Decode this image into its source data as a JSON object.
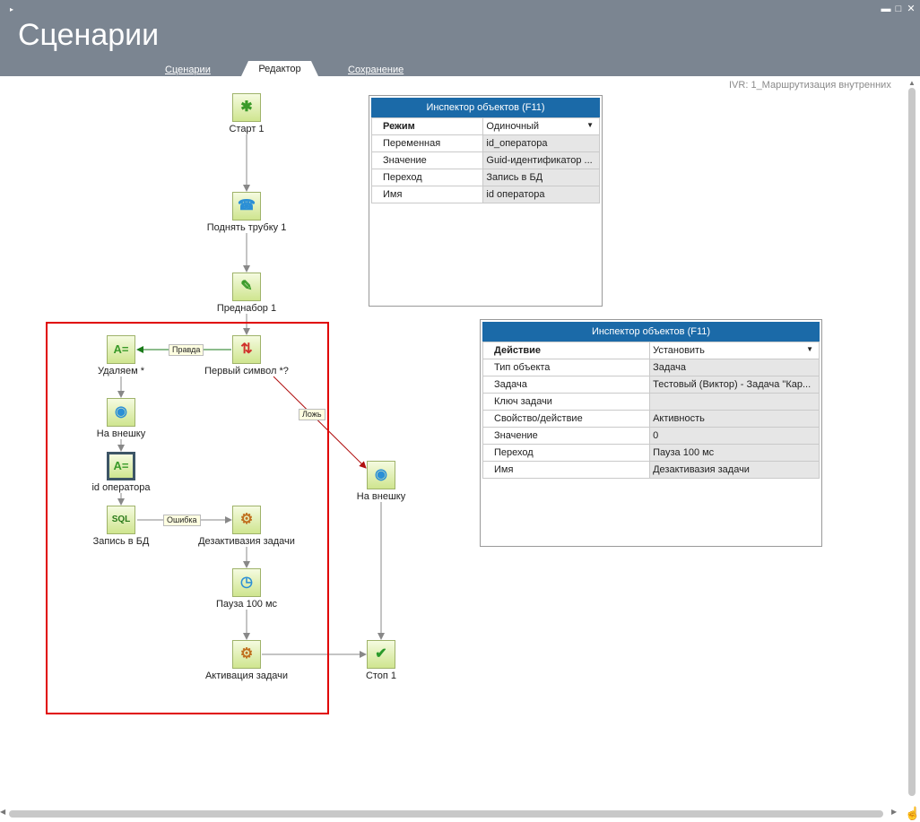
{
  "header": {
    "title": "Сценарии",
    "tabs": [
      {
        "label": "Сценарии",
        "active": false
      },
      {
        "label": "Редактор",
        "active": true
      },
      {
        "label": "Сохранение",
        "active": false
      }
    ],
    "window_controls": {
      "minimize": "▬",
      "maximize": "□",
      "close": "✕"
    },
    "corner_icon": "▸"
  },
  "ivr_label": "IVR: 1_Маршрутизация внутренних",
  "flow": {
    "nodes": [
      {
        "id": "start",
        "label": "Старт 1",
        "icon": "person-icon",
        "glyph": "✱",
        "color": "#3a9a2a"
      },
      {
        "id": "pickup",
        "label": "Поднять трубку 1",
        "icon": "phone-icon",
        "glyph": "☎",
        "color": "#2b8fd6"
      },
      {
        "id": "predial",
        "label": "Преднабор 1",
        "icon": "dial-icon",
        "glyph": "✎",
        "color": "#3a9a2a"
      },
      {
        "id": "first",
        "label": "Первый символ *?",
        "icon": "condition-icon",
        "glyph": "⇅",
        "color": "#d0302a"
      },
      {
        "id": "delete",
        "label": "Удаляем *",
        "icon": "assign-icon",
        "glyph": "A=",
        "color": "#3a9a2a"
      },
      {
        "id": "out1",
        "label": "На внешку",
        "icon": "globe-icon",
        "glyph": "◉",
        "color": "#2b8fd6"
      },
      {
        "id": "idop",
        "label": "id оператора",
        "icon": "assign-icon",
        "glyph": "A=",
        "color": "#3a9a2a"
      },
      {
        "id": "sql",
        "label": "Запись в БД",
        "icon": "sql-icon",
        "glyph": "SQL",
        "color": "#2a7a1a"
      },
      {
        "id": "deact",
        "label": "Дезактивазия задачи",
        "icon": "task-icon",
        "glyph": "⚙",
        "color": "#c07020"
      },
      {
        "id": "pause",
        "label": "Пауза 100 мс",
        "icon": "clock-icon",
        "glyph": "◷",
        "color": "#2b8fd6"
      },
      {
        "id": "act",
        "label": "Активация задачи",
        "icon": "task-icon",
        "glyph": "⚙",
        "color": "#c07020"
      },
      {
        "id": "out2",
        "label": "На внешку",
        "icon": "globe-icon",
        "glyph": "◉",
        "color": "#2b8fd6"
      },
      {
        "id": "stop",
        "label": "Стоп 1",
        "icon": "check-icon",
        "glyph": "✔",
        "color": "#2a9a2a"
      }
    ],
    "edge_labels": {
      "true": "Правда",
      "false": "Ложь",
      "error": "Ошибка"
    }
  },
  "inspector1": {
    "title": "Инспектор объектов (F11)",
    "rows": [
      {
        "key": "Режим",
        "value": "Одиночный",
        "bold": true,
        "dropdown": true
      },
      {
        "key": "Переменная",
        "value": "id_оператора"
      },
      {
        "key": "Значение",
        "value": "Guid-идентификатор ..."
      },
      {
        "key": "Переход",
        "value": "Запись в БД"
      },
      {
        "key": "Имя",
        "value": "id оператора"
      }
    ]
  },
  "inspector2": {
    "title": "Инспектор объектов (F11)",
    "rows": [
      {
        "key": "Действие",
        "value": "Установить",
        "bold": true,
        "dropdown": true
      },
      {
        "key": "Тип объекта",
        "value": "Задача"
      },
      {
        "key": "Задача",
        "value": "Тестовый (Виктор) - Задача \"Кар..."
      },
      {
        "key": "Ключ задачи",
        "value": ""
      },
      {
        "key": "Свойство/действие",
        "value": "Активность"
      },
      {
        "key": "Значение",
        "value": "0"
      },
      {
        "key": "Переход",
        "value": "Пауза 100 мс"
      },
      {
        "key": "Имя",
        "value": "Дезактивазия задачи"
      }
    ]
  }
}
